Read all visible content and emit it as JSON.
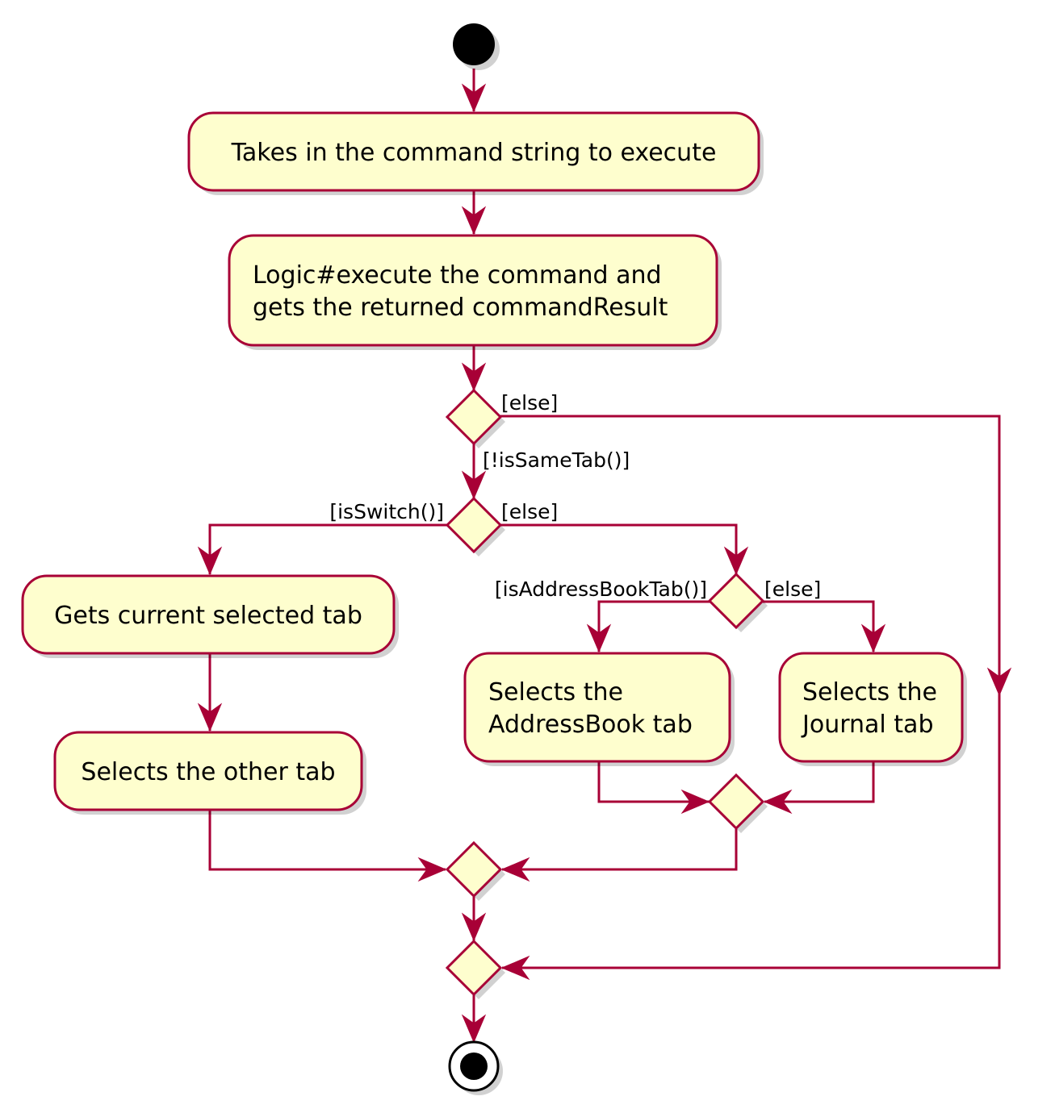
{
  "diagram": {
    "actions": {
      "take_command": "Takes in the command string to execute",
      "logic_execute_line1": "Logic#execute the command and",
      "logic_execute_line2": "gets the returned commandResult",
      "get_current_tab": "Gets current selected tab",
      "select_other_tab": "Selects the other tab",
      "select_addressbook_line1": "Selects the",
      "select_addressbook_line2": "AddressBook tab",
      "select_journal_line1": "Selects the",
      "select_journal_line2": "Journal tab"
    },
    "guards": {
      "outer_else": "[else]",
      "not_same_tab": "[!isSameTab()]",
      "is_switch": "[isSwitch()]",
      "switch_else": "[else]",
      "is_addressbook_tab": "[isAddressBookTab()]",
      "tab_else": "[else]"
    },
    "colors": {
      "line": "#A80036",
      "fill": "#FEFECE",
      "node": "#000000"
    }
  }
}
